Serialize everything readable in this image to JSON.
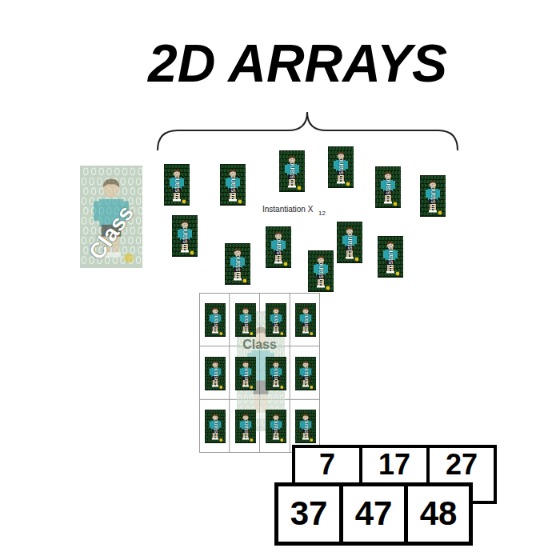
{
  "diagram": {
    "title": "2D ARRAYS",
    "nodes": [
      {
        "text": [
          "Class"
        ]
      },
      {
        "text": [
          "Instance"
        ]
      },
      {
        "text": [
          "Instance"
        ]
      },
      {
        "text": [
          "Instance"
        ]
      },
      {
        "text": [
          "Instance"
        ]
      },
      {
        "text": [
          "Instance"
        ]
      },
      {
        "text": [
          "Instance"
        ]
      },
      {
        "text": [
          "Instance"
        ]
      },
      {
        "text": [
          "Instance"
        ]
      },
      {
        "text": [
          "Instance"
        ]
      },
      {
        "text": [
          "Instance"
        ]
      },
      {
        "text": [
          "Instance"
        ]
      },
      {
        "text": [
          "Instance"
        ]
      },
      {
        "text": [
          "Class"
        ]
      },
      {
        "text": [
          "Instance"
        ],
        "in": 13
      },
      {
        "text": [
          "Instance"
        ],
        "in": 13
      },
      {
        "text": [
          "Instance"
        ],
        "in": 13
      },
      {
        "text": [
          "Instance"
        ],
        "in": 13
      },
      {
        "text": [
          "Instance"
        ],
        "in": 13
      },
      {
        "text": [
          "Instance"
        ],
        "in": 13
      },
      {
        "text": [
          "Instance"
        ],
        "in": 13
      },
      {
        "text": [
          "Instance"
        ],
        "in": 13
      },
      {
        "text": [
          "Instance"
        ],
        "in": 13
      },
      {
        "text": [
          "Instance"
        ],
        "in": 13
      },
      {
        "text": [
          "Instance"
        ],
        "in": 13
      },
      {
        "text": [
          "Instance"
        ],
        "in": 13
      },
      {
        "text": [
          "7"
        ]
      },
      {
        "text": [
          "17"
        ]
      },
      {
        "text": [
          "27"
        ]
      },
      {
        "text": [
          "37"
        ]
      },
      {
        "text": [
          "47"
        ]
      },
      {
        "text": [
          "48"
        ]
      }
    ],
    "labels": [
      "Instantiation X",
      "12"
    ]
  }
}
